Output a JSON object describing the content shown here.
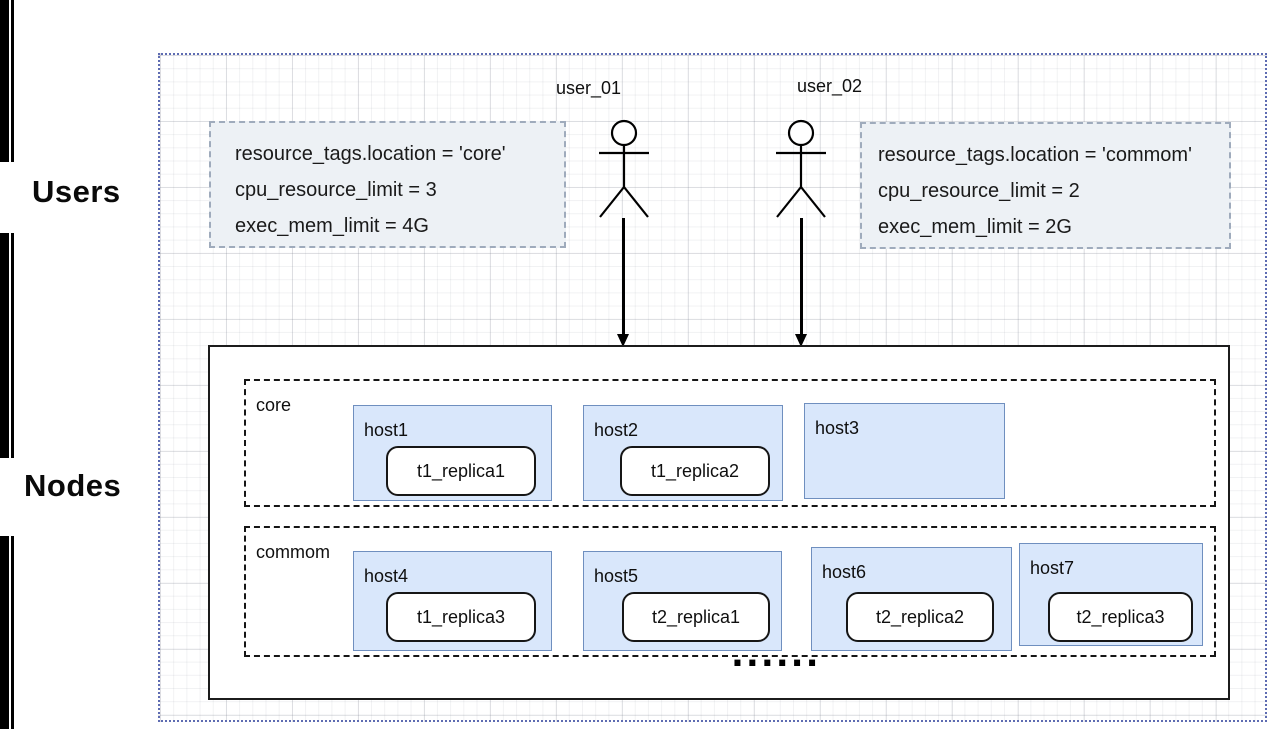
{
  "sections": {
    "users_label": "Users",
    "nodes_label": "Nodes"
  },
  "users": [
    {
      "name": "user_01",
      "tags": [
        "resource_tags.location = 'core'",
        "cpu_resource_limit = 3",
        "exec_mem_limit = 4G"
      ]
    },
    {
      "name": "user_02",
      "tags": [
        "resource_tags.location = 'commom'",
        "cpu_resource_limit = 2",
        "exec_mem_limit = 2G"
      ]
    }
  ],
  "node_groups": [
    {
      "label": "core",
      "hosts": [
        {
          "name": "host1",
          "replica": "t1_replica1"
        },
        {
          "name": "host2",
          "replica": "t1_replica2"
        },
        {
          "name": "host3",
          "replica": null
        }
      ]
    },
    {
      "label": "commom",
      "hosts": [
        {
          "name": "host4",
          "replica": "t1_replica3"
        },
        {
          "name": "host5",
          "replica": "t2_replica1"
        },
        {
          "name": "host6",
          "replica": "t2_replica2"
        },
        {
          "name": "host7",
          "replica": "t2_replica3"
        }
      ]
    }
  ],
  "ellipsis": "......",
  "colors": {
    "host_fill": "#d9e7fb",
    "host_border": "#6f8fbf",
    "note_fill": "#edf1f5",
    "note_border": "#9fabbc",
    "canvas_border": "#5e6cb2",
    "stroke": "#1c1c1c"
  }
}
